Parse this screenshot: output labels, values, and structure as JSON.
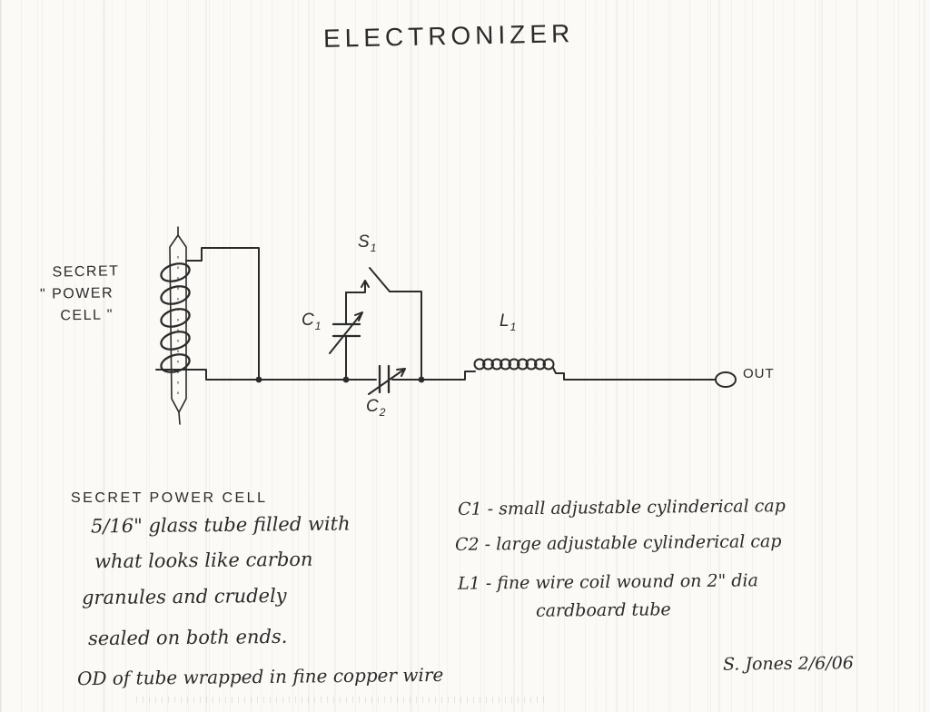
{
  "page": {
    "title": "ELECTRONIZER"
  },
  "colors": {
    "paper": "#fbfaf6",
    "ink": "#2b2b2b",
    "streak": "#d9dad6"
  },
  "schematic": {
    "cell_label": {
      "line1": "SECRET",
      "line2": "\" POWER",
      "line3": "CELL \""
    },
    "components": {
      "s1": {
        "letter": "S",
        "sub": "1"
      },
      "c1": {
        "letter": "C",
        "sub": "1"
      },
      "c2": {
        "letter": "C",
        "sub": "2"
      },
      "l1": {
        "letter": "L",
        "sub": "1"
      },
      "out": "OUT"
    }
  },
  "notes_left": {
    "heading": "SECRET POWER CELL",
    "lines": [
      "5/16\" glass tube filled with",
      "what looks like carbon",
      "granules and crudely",
      "sealed on both ends.",
      "OD of tube wrapped in fine copper wire"
    ]
  },
  "notes_right": {
    "lines": [
      "C1 - small adjustable cylinderical cap",
      "C2 - large adjustable cylinderical cap",
      "L1 -  fine wire coil wound on 2\" dia",
      "cardboard tube"
    ]
  },
  "signature": "S. Jones 2/6/06"
}
